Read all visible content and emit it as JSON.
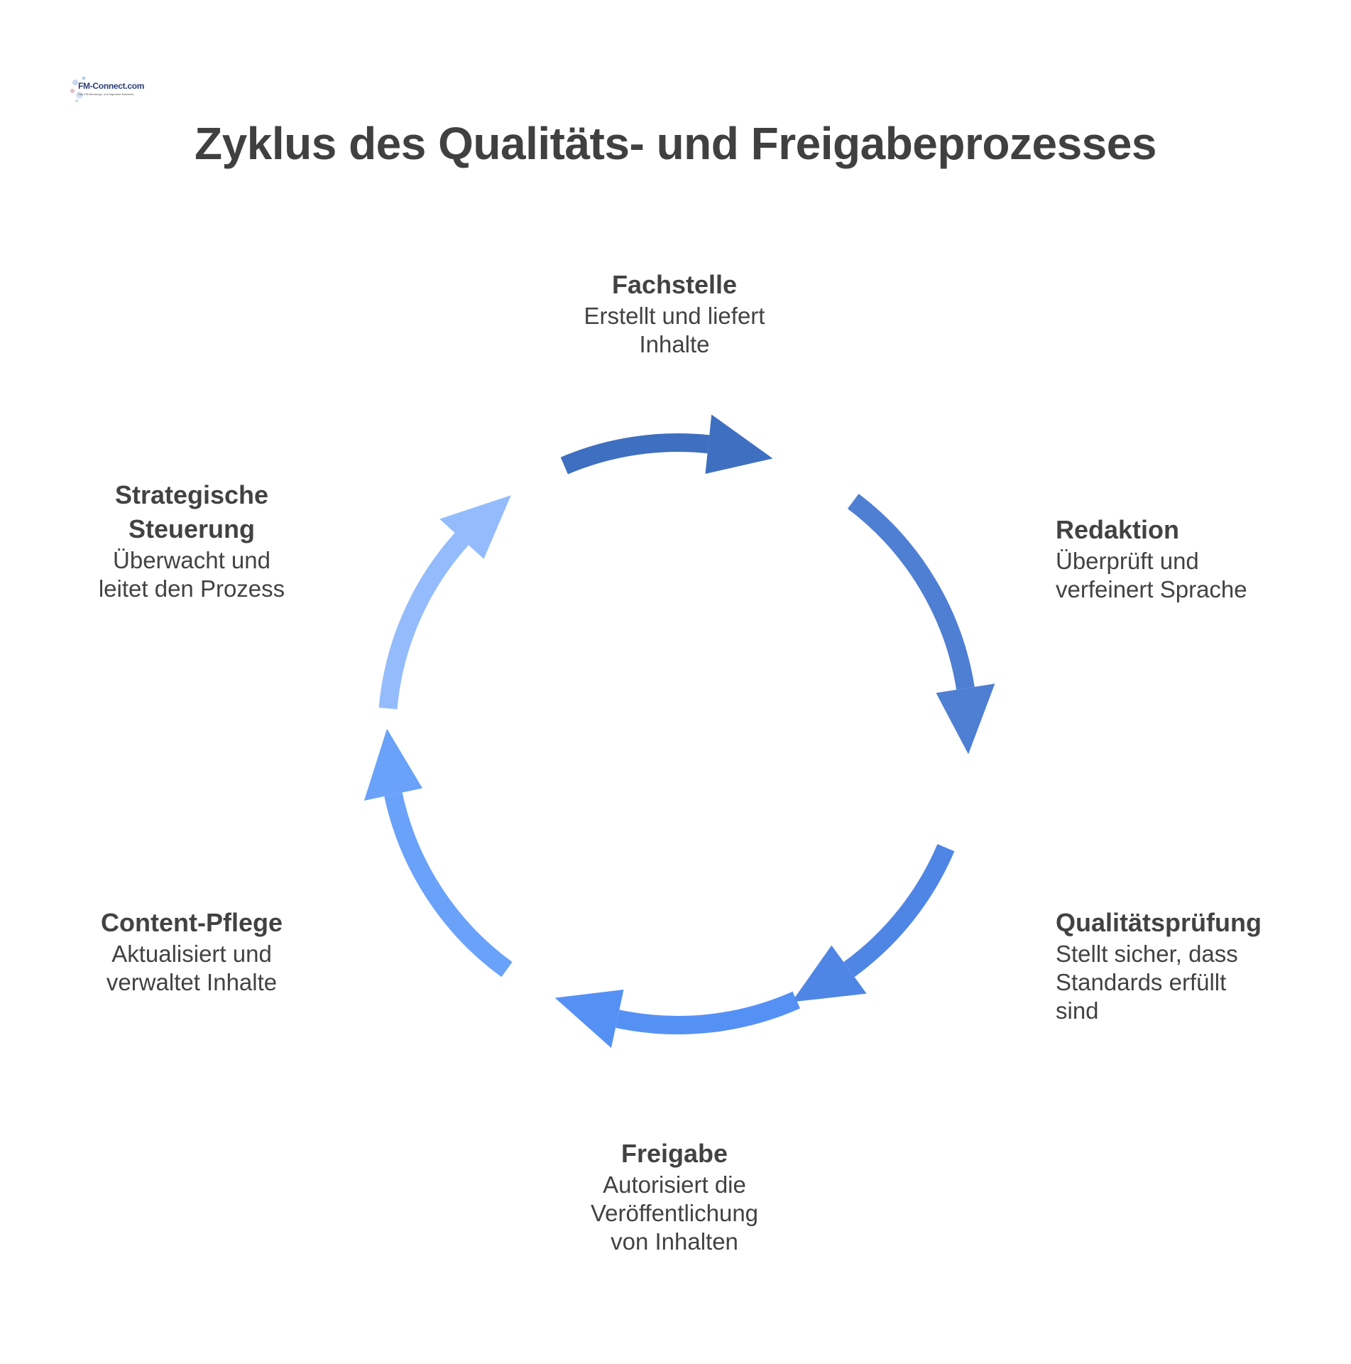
{
  "logo": {
    "text": "FM-Connect.com",
    "subtitle": "Das FM-Beratungs- und Ingenieur-Netzwerk"
  },
  "title": "Zyklus des Qualitäts- und Freigabeprozesses",
  "colors": {
    "arrow_1": "#3f6fc0",
    "arrow_2": "#4f7fd3",
    "arrow_3": "#4f86e6",
    "arrow_4": "#5591f5",
    "arrow_5": "#6aa2fa",
    "arrow_6": "#94bcfd",
    "text": "#424242"
  },
  "nodes": [
    {
      "id": "fachstelle",
      "title": "Fachstelle",
      "desc": [
        "Erstellt und liefert",
        "Inhalte"
      ]
    },
    {
      "id": "redaktion",
      "title": "Redaktion",
      "desc": [
        "Überprüft und",
        "verfeinert Sprache"
      ]
    },
    {
      "id": "qualitaetspruefung",
      "title": "Qualitätsprüfung",
      "desc": [
        "Stellt sicher, dass",
        "Standards erfüllt",
        "sind"
      ]
    },
    {
      "id": "freigabe",
      "title": "Freigabe",
      "desc": [
        "Autorisiert die",
        "Veröffentlichung",
        "von Inhalten"
      ]
    },
    {
      "id": "content-pflege",
      "title": "Content-Pflege",
      "desc": [
        "Aktualisiert und",
        "verwaltet Inhalte"
      ]
    },
    {
      "id": "strategische-steuerung",
      "title": [
        "Strategische",
        "Steuerung"
      ],
      "desc": [
        "Überwacht und",
        "leitet den Prozess"
      ]
    }
  ]
}
